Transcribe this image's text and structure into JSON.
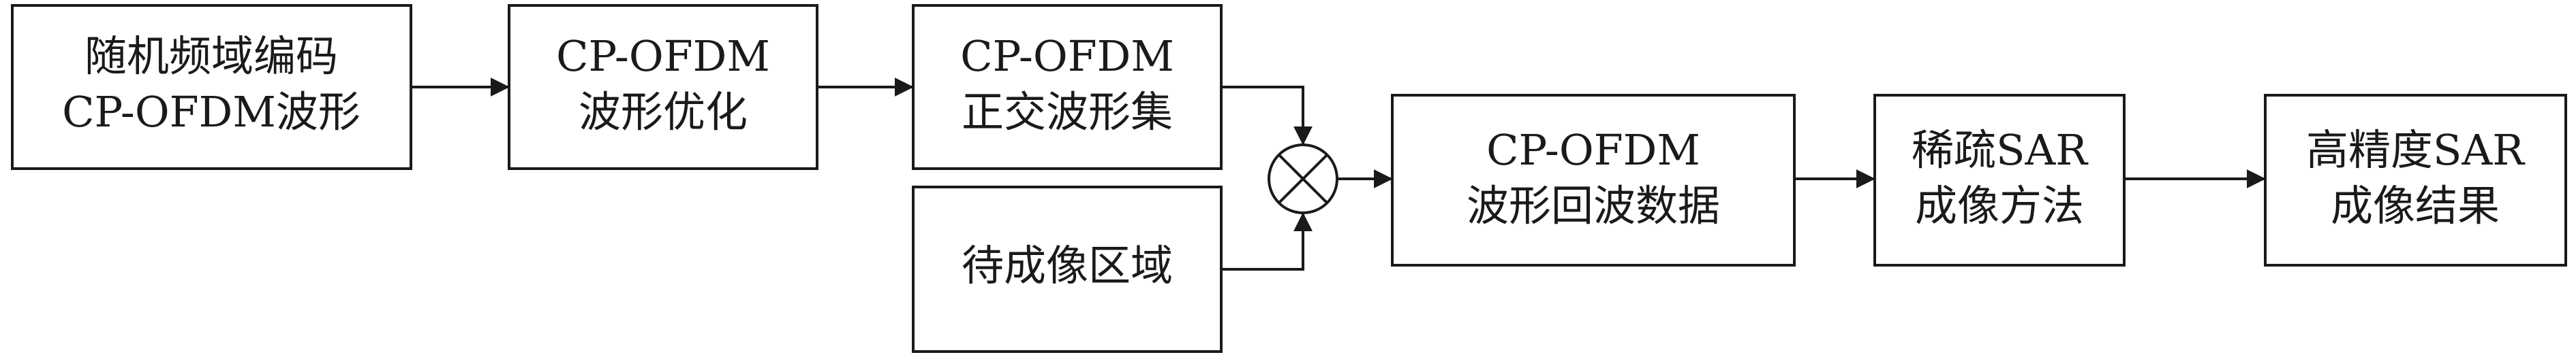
{
  "nodes": {
    "random_waveform": {
      "lines": [
        "随机频域编码",
        "CP-OFDM波形"
      ]
    },
    "waveform_opt": {
      "lines": [
        "CP-OFDM",
        "波形优化"
      ]
    },
    "orthogonal_set": {
      "lines": [
        "CP-OFDM",
        "正交波形集"
      ]
    },
    "target_region": {
      "lines": [
        "待成像区域"
      ]
    },
    "echo_data": {
      "lines": [
        "CP-OFDM",
        "波形回波数据"
      ]
    },
    "sparse_sar": {
      "lines": [
        "稀疏SAR",
        "成像方法"
      ]
    },
    "hires_result": {
      "lines": [
        "高精度SAR",
        "成像结果"
      ]
    }
  },
  "mixer": {
    "symbol": "⊗"
  },
  "colors": {
    "stroke": "#1a1a1a",
    "background": "#ffffff"
  }
}
